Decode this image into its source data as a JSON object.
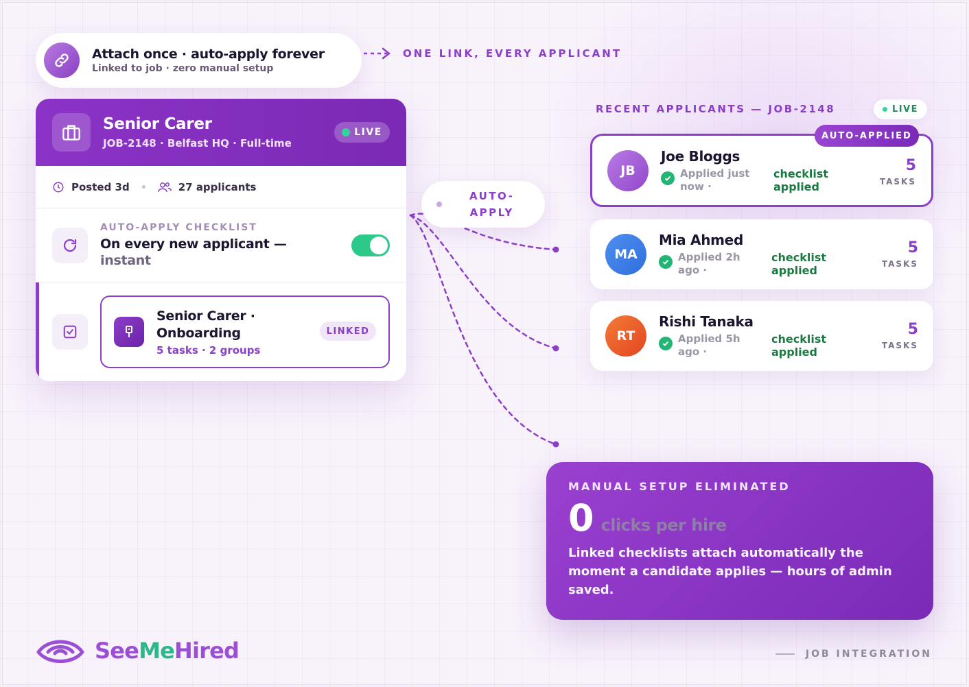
{
  "attach": {
    "title": "Attach once · auto-apply forever",
    "subtitle": "Linked to job · zero manual setup"
  },
  "one_link_label": "ONE LINK, EVERY APPLICANT",
  "job": {
    "title": "Senior Carer",
    "subtitle": "JOB-2148 · Belfast HQ · Full-time",
    "live_label": "LIVE",
    "posted": "Posted 3d",
    "applicants": "27 applicants",
    "checklist_label": "AUTO-APPLY CHECKLIST",
    "checklist_text": "On every new applicant —",
    "checklist_text_dim": "instant",
    "toggle_on": true,
    "linked": {
      "title": "Senior Carer · Onboarding",
      "subtitle": "5 tasks · 2 groups",
      "badge": "LINKED"
    }
  },
  "auto_apply_label_1": "AUTO-",
  "auto_apply_label_2": "APPLY",
  "recent": {
    "label": "RECENT APPLICANTS — JOB-2148",
    "live_label": "LIVE",
    "auto_applied_badge": "AUTO-APPLIED",
    "applicants": [
      {
        "initials": "JB",
        "name": "Joe Bloggs",
        "applied": "Applied just now ·",
        "status": "checklist applied",
        "tasks": "5",
        "tasks_label": "TASKS"
      },
      {
        "initials": "MA",
        "name": "Mia Ahmed",
        "applied": "Applied 2h ago ·",
        "status": "checklist applied",
        "tasks": "5",
        "tasks_label": "TASKS"
      },
      {
        "initials": "RT",
        "name": "Rishi Tanaka",
        "applied": "Applied 5h ago ·",
        "status": "checklist applied",
        "tasks": "5",
        "tasks_label": "TASKS"
      }
    ]
  },
  "manual": {
    "label": "MANUAL SETUP ELIMINATED",
    "value": "0",
    "unit": "clicks per hire",
    "description": "Linked checklists attach automatically the moment a candidate applies — hours of admin saved."
  },
  "logo": {
    "see": "See",
    "me": "Me",
    "hired": "Hired"
  },
  "footer_tag": "JOB INTEGRATION",
  "colors": {
    "accent": "#8b3fc8",
    "green": "#2dc98a",
    "jb": "#a663d8",
    "ma": "#3b7ee8",
    "rt": "#ef5a2c"
  }
}
